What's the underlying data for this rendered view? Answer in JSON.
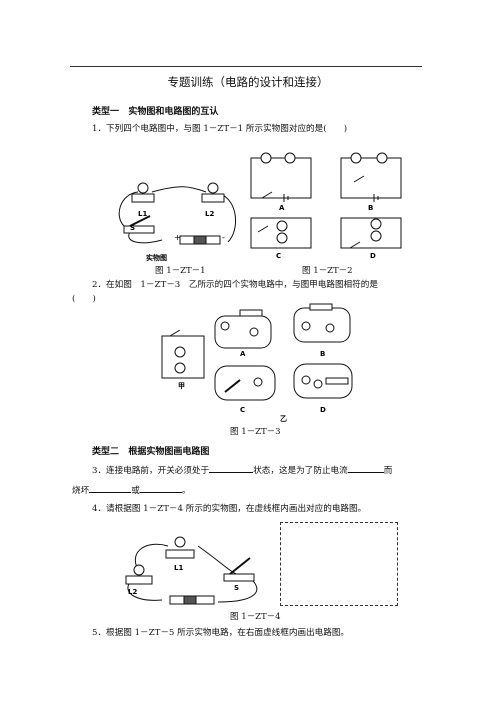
{
  "title": "专题训练（电路的设计和连接）",
  "section1": {
    "label": "类型一",
    "text": "实物图和电路图的互认"
  },
  "section2": {
    "label": "类型二",
    "text": "根据实物图画电路图"
  },
  "q1": {
    "text": "1．下列四个电路图中，与图 1－ZT－1 所示实物图对应的是(　　)"
  },
  "q2": {
    "line1": "2．在如图　1－ZT－3　乙所示的四个实物电路中，与图甲电路图相符的是",
    "line2": "(　　)"
  },
  "q3": {
    "part1": "3．连接电路前，开关必须处于",
    "part2": "状态，这是为了防止电流",
    "part3": "而",
    "line2a": "烧坏",
    "line2b": "或",
    "line2c": "。"
  },
  "q4": {
    "text": "4．请根据图 1－ZT－4 所示的实物图，在虚线框内画出对应的电路图。"
  },
  "q5": {
    "text": "5．根据图 1－ZT－5 所示实物电路，在右面虚线框内画出电路图。"
  },
  "figures": {
    "fig1": {
      "caption": "图 1－ZT－1",
      "label": "实物图",
      "L1": "L1",
      "L2": "L2",
      "S": "S"
    },
    "fig2": {
      "caption": "图 1－ZT－2",
      "options": [
        "A",
        "B",
        "C",
        "D"
      ]
    },
    "fig3": {
      "caption": "图 1－ZT－3",
      "jia": "甲",
      "yi": "乙",
      "options": [
        "A",
        "B",
        "C",
        "D"
      ]
    },
    "fig4": {
      "caption": "图 1－ZT－4",
      "L1": "L1",
      "L2": "L2",
      "S": "S"
    }
  }
}
